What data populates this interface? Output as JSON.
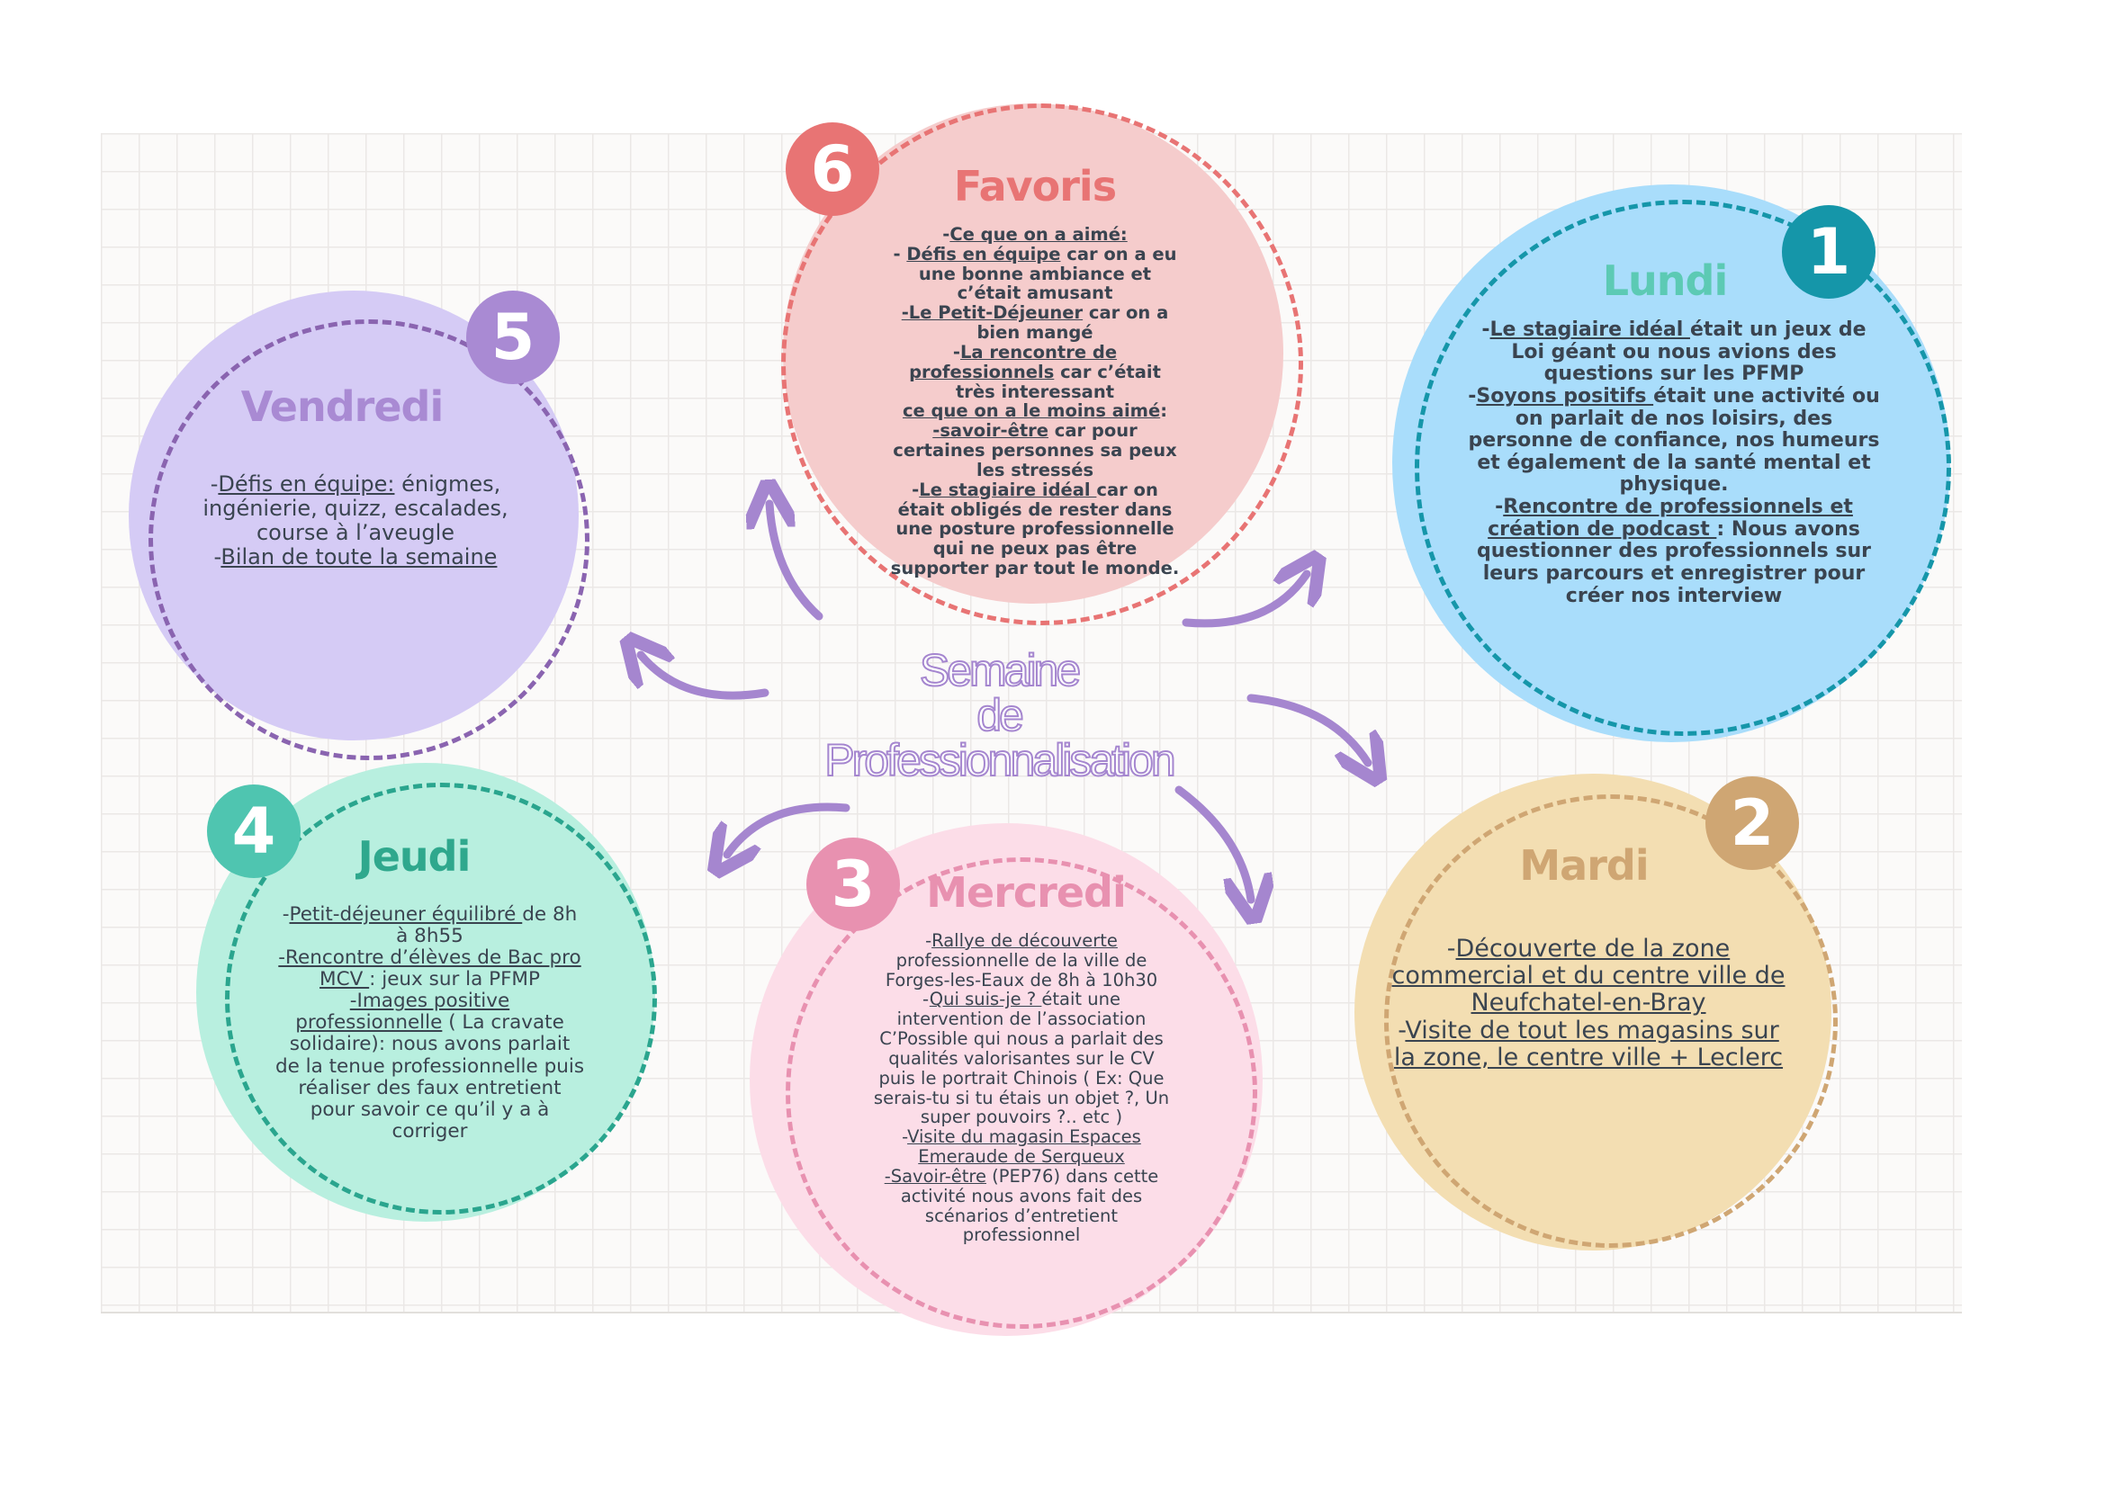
{
  "center_title": [
    "Semaine",
    "de",
    "Professionnalisation"
  ],
  "colors": {
    "purple_arrow": "#a586cf"
  },
  "days": {
    "favoris": {
      "number": "6",
      "title": "Favoris",
      "fill": "#f5cccc",
      "accent": "#e87474",
      "paragraphs": [
        [
          {
            "t": "-"
          },
          {
            "u": true,
            "t": "Ce que on a aimé:"
          }
        ],
        [
          {
            "t": "- "
          },
          {
            "u": true,
            "t": "Défis en équipe"
          },
          {
            "t": " car on a eu une bonne ambiance et c’était amusant"
          }
        ],
        [
          {
            "u": true,
            "t": "-Le Petit-Déjeuner"
          },
          {
            "t": " car on a bien mangé"
          }
        ],
        [
          {
            "t": "-"
          },
          {
            "u": true,
            "t": "La rencontre de professionnels"
          },
          {
            "t": " car c’était très interessant"
          }
        ],
        [
          {
            "t": " "
          }
        ],
        [
          {
            "u": true,
            "t": "ce que on a le moins aimé"
          },
          {
            "t": ":"
          }
        ],
        [
          {
            "u": true,
            "t": "-savoir-être"
          },
          {
            "t": " car pour certaines personnes sa peux les stressés"
          }
        ],
        [
          {
            "t": "-"
          },
          {
            "u": true,
            "t": "Le stagiaire idéal "
          },
          {
            "t": "car on était obligés de rester dans une posture professionnelle qui ne peux pas être supporter par tout le monde."
          }
        ]
      ]
    },
    "lundi": {
      "number": "1",
      "title": "Lundi",
      "fill": "#a9ddfb",
      "accent": "#1596a9",
      "title_color": "#5ccab4",
      "paragraphs": [
        [
          {
            "t": "-"
          },
          {
            "u": true,
            "t": "Le  stagiaire idéal "
          },
          {
            "t": "était un jeux de Loi géant ou nous avions des questions sur les PFMP"
          }
        ],
        [
          {
            "t": "-"
          },
          {
            "u": true,
            "t": "Soyons positifs "
          },
          {
            "t": "était une activité ou on parlait de nos loisirs, des personne de confiance, nos humeurs et également de la santé mental et physique."
          }
        ],
        [
          {
            "t": "-"
          },
          {
            "u": true,
            "t": "Rencontre de professionnels et création de podcast "
          },
          {
            "t": ": Nous avons questionner des professionnels sur leurs parcours et enregistrer pour créer nos interview"
          }
        ]
      ]
    },
    "mardi": {
      "number": "2",
      "title": "Mardi",
      "fill": "#f3deb2",
      "accent": "#cfa673",
      "paragraphs": [
        [
          {
            "t": "-"
          },
          {
            "u": true,
            "t": "Découverte de la zone commercial et du centre ville de Neufchatel-en-Bray "
          }
        ],
        [
          {
            "t": "-"
          },
          {
            "u": true,
            "t": "Visite de tout les magasins sur la zone, le centre ville + Leclerc "
          }
        ]
      ]
    },
    "mercredi": {
      "number": "3",
      "title": "Mercredi",
      "fill": "#fcdde8",
      "accent": "#e891b0",
      "paragraphs": [
        [
          {
            "t": "-"
          },
          {
            "u": true,
            "t": "Rallye de découverte"
          },
          {
            "t": " professionnelle de la ville de Forges-les-Eaux de 8h à 10h30"
          }
        ],
        [
          {
            "t": "-"
          },
          {
            "u": true,
            "t": "Qui suis-je ? "
          },
          {
            "t": "était une intervention de l’association C’Possible qui nous a parlait des qualités valorisantes sur le CV puis le portrait Chinois ( Ex: Que serais-tu si tu étais un objet ?, Un super pouvoirs ?.. etc )"
          }
        ],
        [
          {
            "t": "-"
          },
          {
            "u": true,
            "t": "Visite du magasin Espaces Emeraude de Serqueux "
          }
        ],
        [
          {
            "u": true,
            "t": "-Savoir-être"
          },
          {
            "t": " (PEP76) dans cette activité nous avons fait des scénarios d’entretient professionnel"
          }
        ]
      ]
    },
    "jeudi": {
      "number": "4",
      "title": "Jeudi",
      "fill": "#b8efdf",
      "accent": "#4fc5b0",
      "title_color": "#2fa88d",
      "ring": "#2aa58e",
      "paragraphs": [
        [
          {
            "t": "-"
          },
          {
            "u": true,
            "t": "Petit-déjeuner équilibré "
          },
          {
            "t": "de 8h à 8h55"
          }
        ],
        [
          {
            "u": true,
            "t": "-Rencontre d’élèves de Bac pro MCV "
          },
          {
            "t": ": jeux sur la PFMP"
          }
        ],
        [
          {
            "u": true,
            "t": "-Images positive professionnelle"
          },
          {
            "t": " ( La cravate solidaire): nous avons parlait de la tenue professionnelle puis réaliser des faux entretient pour savoir ce qu’il y a à corriger"
          }
        ]
      ]
    },
    "vendredi": {
      "number": "5",
      "title": "Vendredi",
      "fill": "#d5cbf5",
      "accent": "#a98ad3",
      "ring": "#8a64b0",
      "paragraphs": [
        [
          {
            "t": "-"
          },
          {
            "u": true,
            "t": "Défis en équipe:"
          },
          {
            "t": " énigmes, ingénierie, quizz, escalades, course à l’aveugle"
          }
        ],
        [
          {
            "t": "-"
          },
          {
            "u": true,
            "t": "Bilan de toute la semaine"
          }
        ]
      ]
    }
  }
}
